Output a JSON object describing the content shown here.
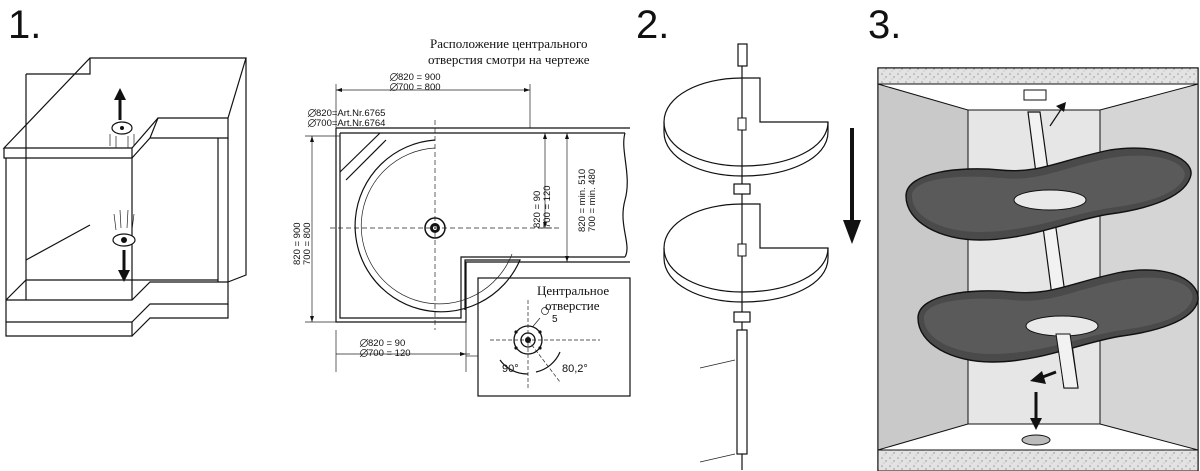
{
  "steps": {
    "step1": "1.",
    "step2": "2.",
    "step3": "3."
  },
  "plan": {
    "note_line1": "Расположение центрального",
    "note_line2": "отверстия смотри на чертеже",
    "width_820": "820 = 900",
    "width_700": "700 = 800",
    "art_820": "820=Art.Nr.6765",
    "art_700": "700=Art.Nr.6764",
    "height_820": "820 = 900",
    "height_700": "700 = 800",
    "offset_820": "820 = 90",
    "offset_700": "700 = 120",
    "min_820": "820 = min. 510",
    "min_700": "700 = min. 480",
    "bottom_820": "820 = 90",
    "bottom_700": "700 = 120",
    "center_line1": "Центральное",
    "center_line2": "отверстие",
    "hole_diam": "5",
    "angle_left": "90°",
    "angle_right": "80,2°"
  }
}
